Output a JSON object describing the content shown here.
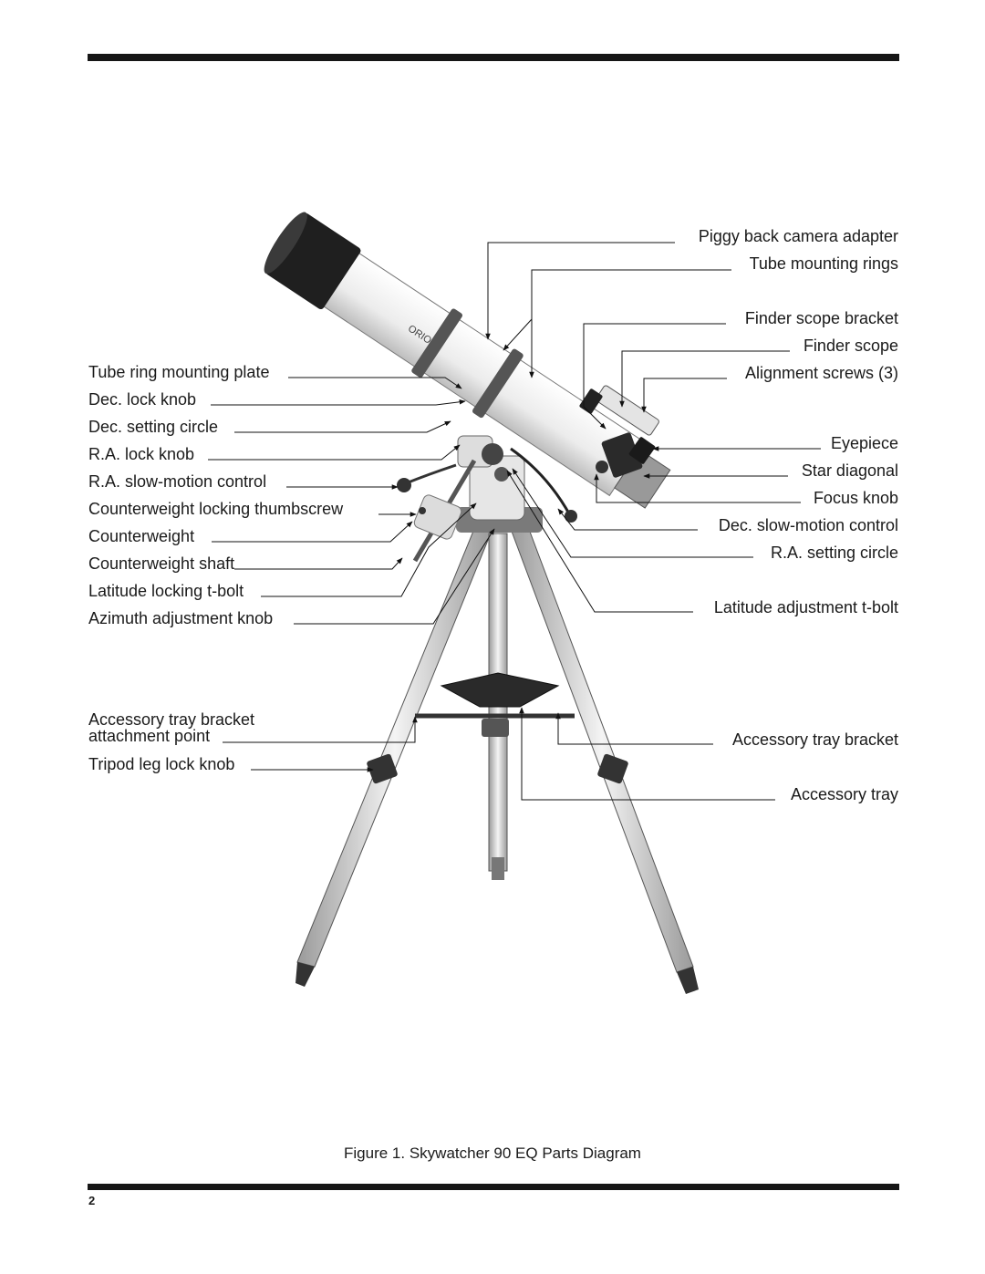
{
  "labels_left": [
    "Tube ring mounting plate",
    "Dec. lock knob",
    "Dec. setting circle",
    "R.A. lock knob",
    "R.A. slow-motion control",
    "Counterweight locking thumbscrew",
    "Counterweight",
    "Counterweight shaft",
    "Latitude locking t-bolt",
    "Azimuth adjustment knob",
    "Accessory tray bracket\nattachment point",
    "Tripod leg lock knob"
  ],
  "labels_right": [
    "Piggy back camera adapter",
    "Tube mounting rings",
    "Finder scope bracket",
    "Finder scope",
    "Alignment screws (3)",
    "Eyepiece",
    "Star diagonal",
    "Focus knob",
    "Dec. slow-motion control",
    "R.A. setting circle",
    "Latitude adjustment t-bolt",
    "Accessory tray bracket",
    "Accessory tray"
  ],
  "caption": "Figure 1. Skywatcher 90 EQ Parts Diagram",
  "page_number": "2",
  "telescope_brand_text": "ORION"
}
